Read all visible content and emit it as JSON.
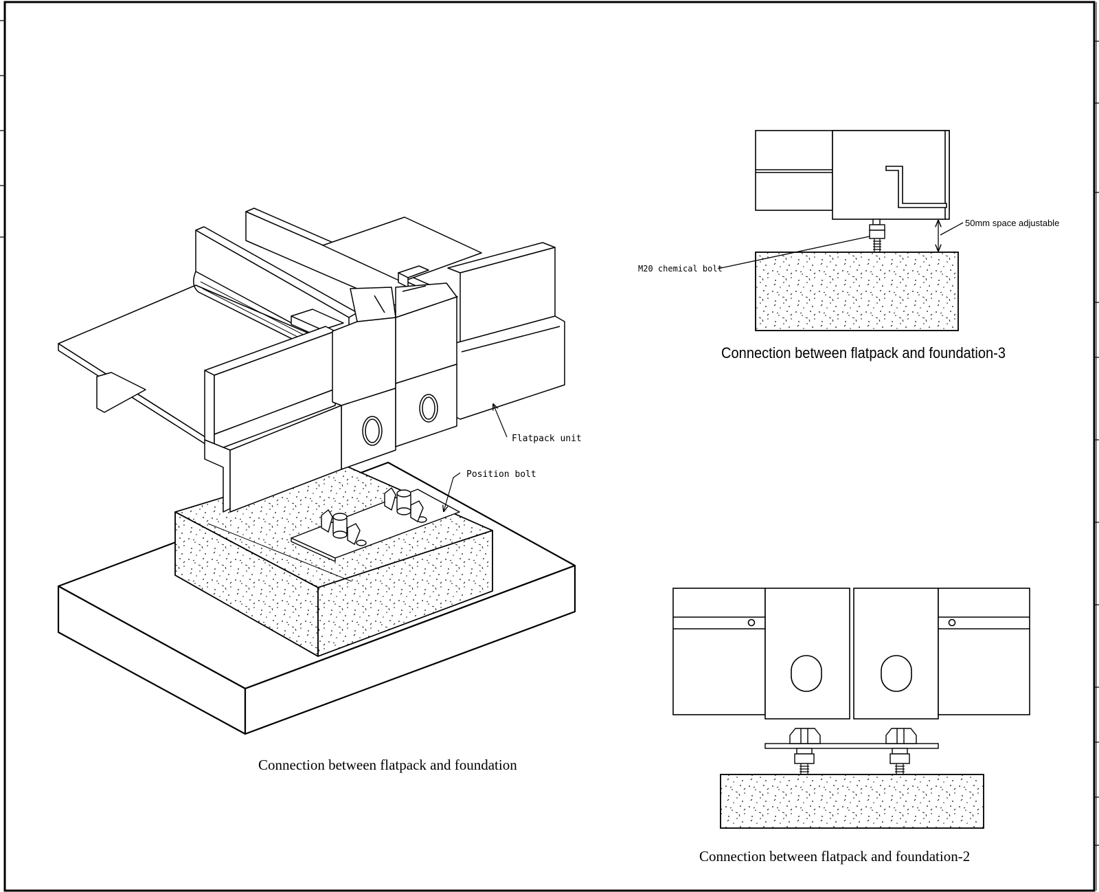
{
  "drawing": {
    "iso_view": {
      "caption": "Connection between flatpack and foundation",
      "label_unit": "Flatpack unit",
      "label_bolt": "Position bolt"
    },
    "side_view": {
      "caption": "Connection between flatpack and foundation-3",
      "label_space": "50mm space adjustable",
      "label_chem_bolt": "M20 chemical bolt"
    },
    "front_view": {
      "caption": "Connection between flatpack and foundation-2"
    }
  }
}
